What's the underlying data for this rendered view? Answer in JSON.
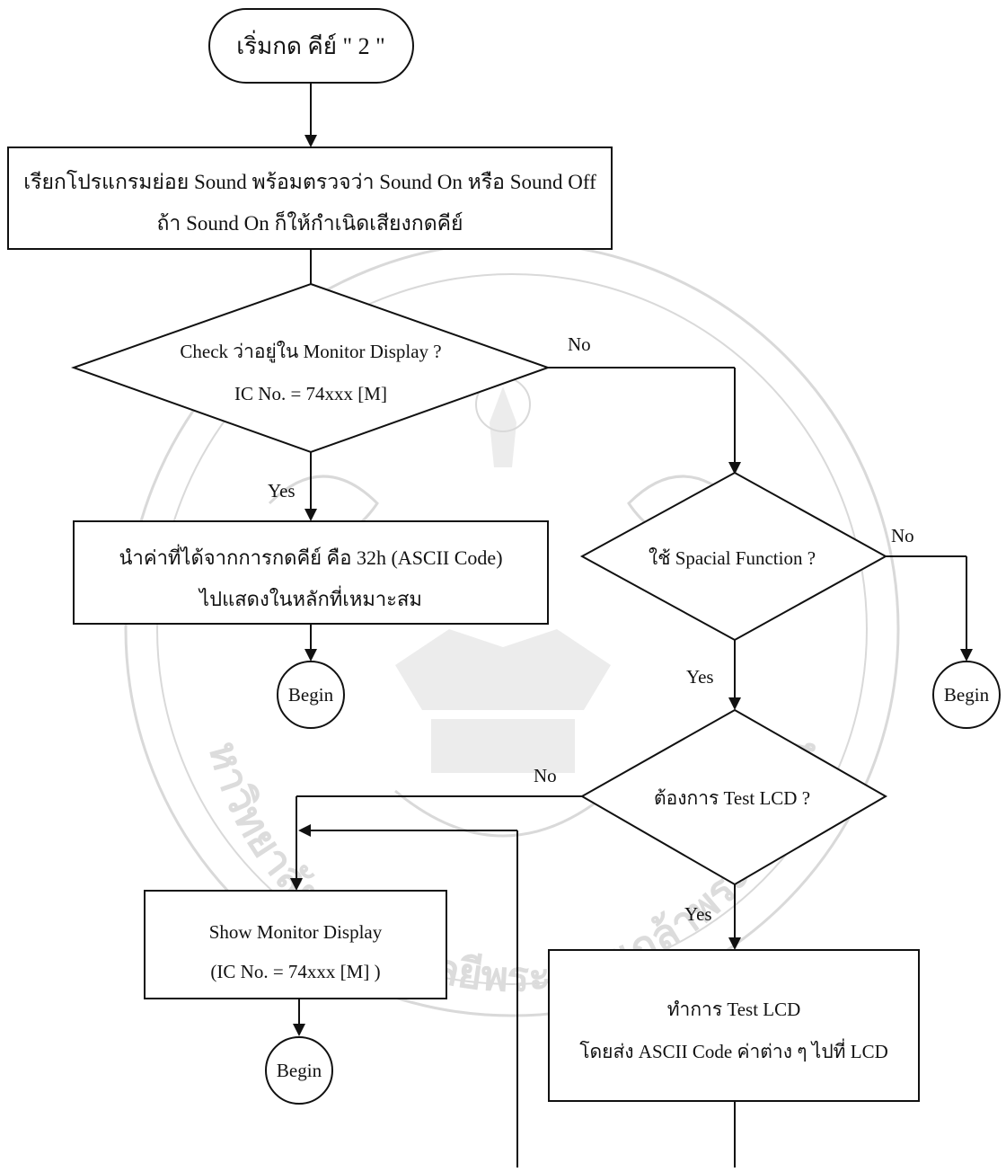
{
  "flowchart": {
    "start": "เริ่มกด คีย์ \" 2 \"",
    "call_sound": {
      "line1": "เรียกโปรแกรมย่อย Sound พร้อมตรวจว่า Sound On หรือ Sound Off",
      "line2": "ถ้า  Sound On  ก็ให้กำเนิดเสียงกดคีย์"
    },
    "check_monitor": {
      "line1": "Check ว่าอยู่ใน Monitor Display  ?",
      "line2": "IC  No. = 74xxx [M]"
    },
    "display_key": {
      "line1": "นำค่าที่ได้จากการกดคีย์ คือ 32h (ASCII Code)",
      "line2": "ไปแสดงในหลักที่เหมาะสม"
    },
    "special_function": "ใช้ Spacial Function  ?",
    "test_lcd_question": "ต้องการ Test LCD ?",
    "show_monitor": {
      "line1": "Show Monitor Display",
      "line2": "(IC No. = 74xxx [M] )"
    },
    "test_lcd_action": {
      "line1": "ทำการ Test  LCD",
      "line2": "โดยส่ง  ASCII Code ค่าต่าง ๆ ไปที่ LCD"
    },
    "begin": "Begin",
    "yes": "Yes",
    "no": "No"
  },
  "watermark": {
    "text": "มหาวิทยาลัยเทคโนโลยีพระจอมเกล้าพระนครเหนือ"
  }
}
